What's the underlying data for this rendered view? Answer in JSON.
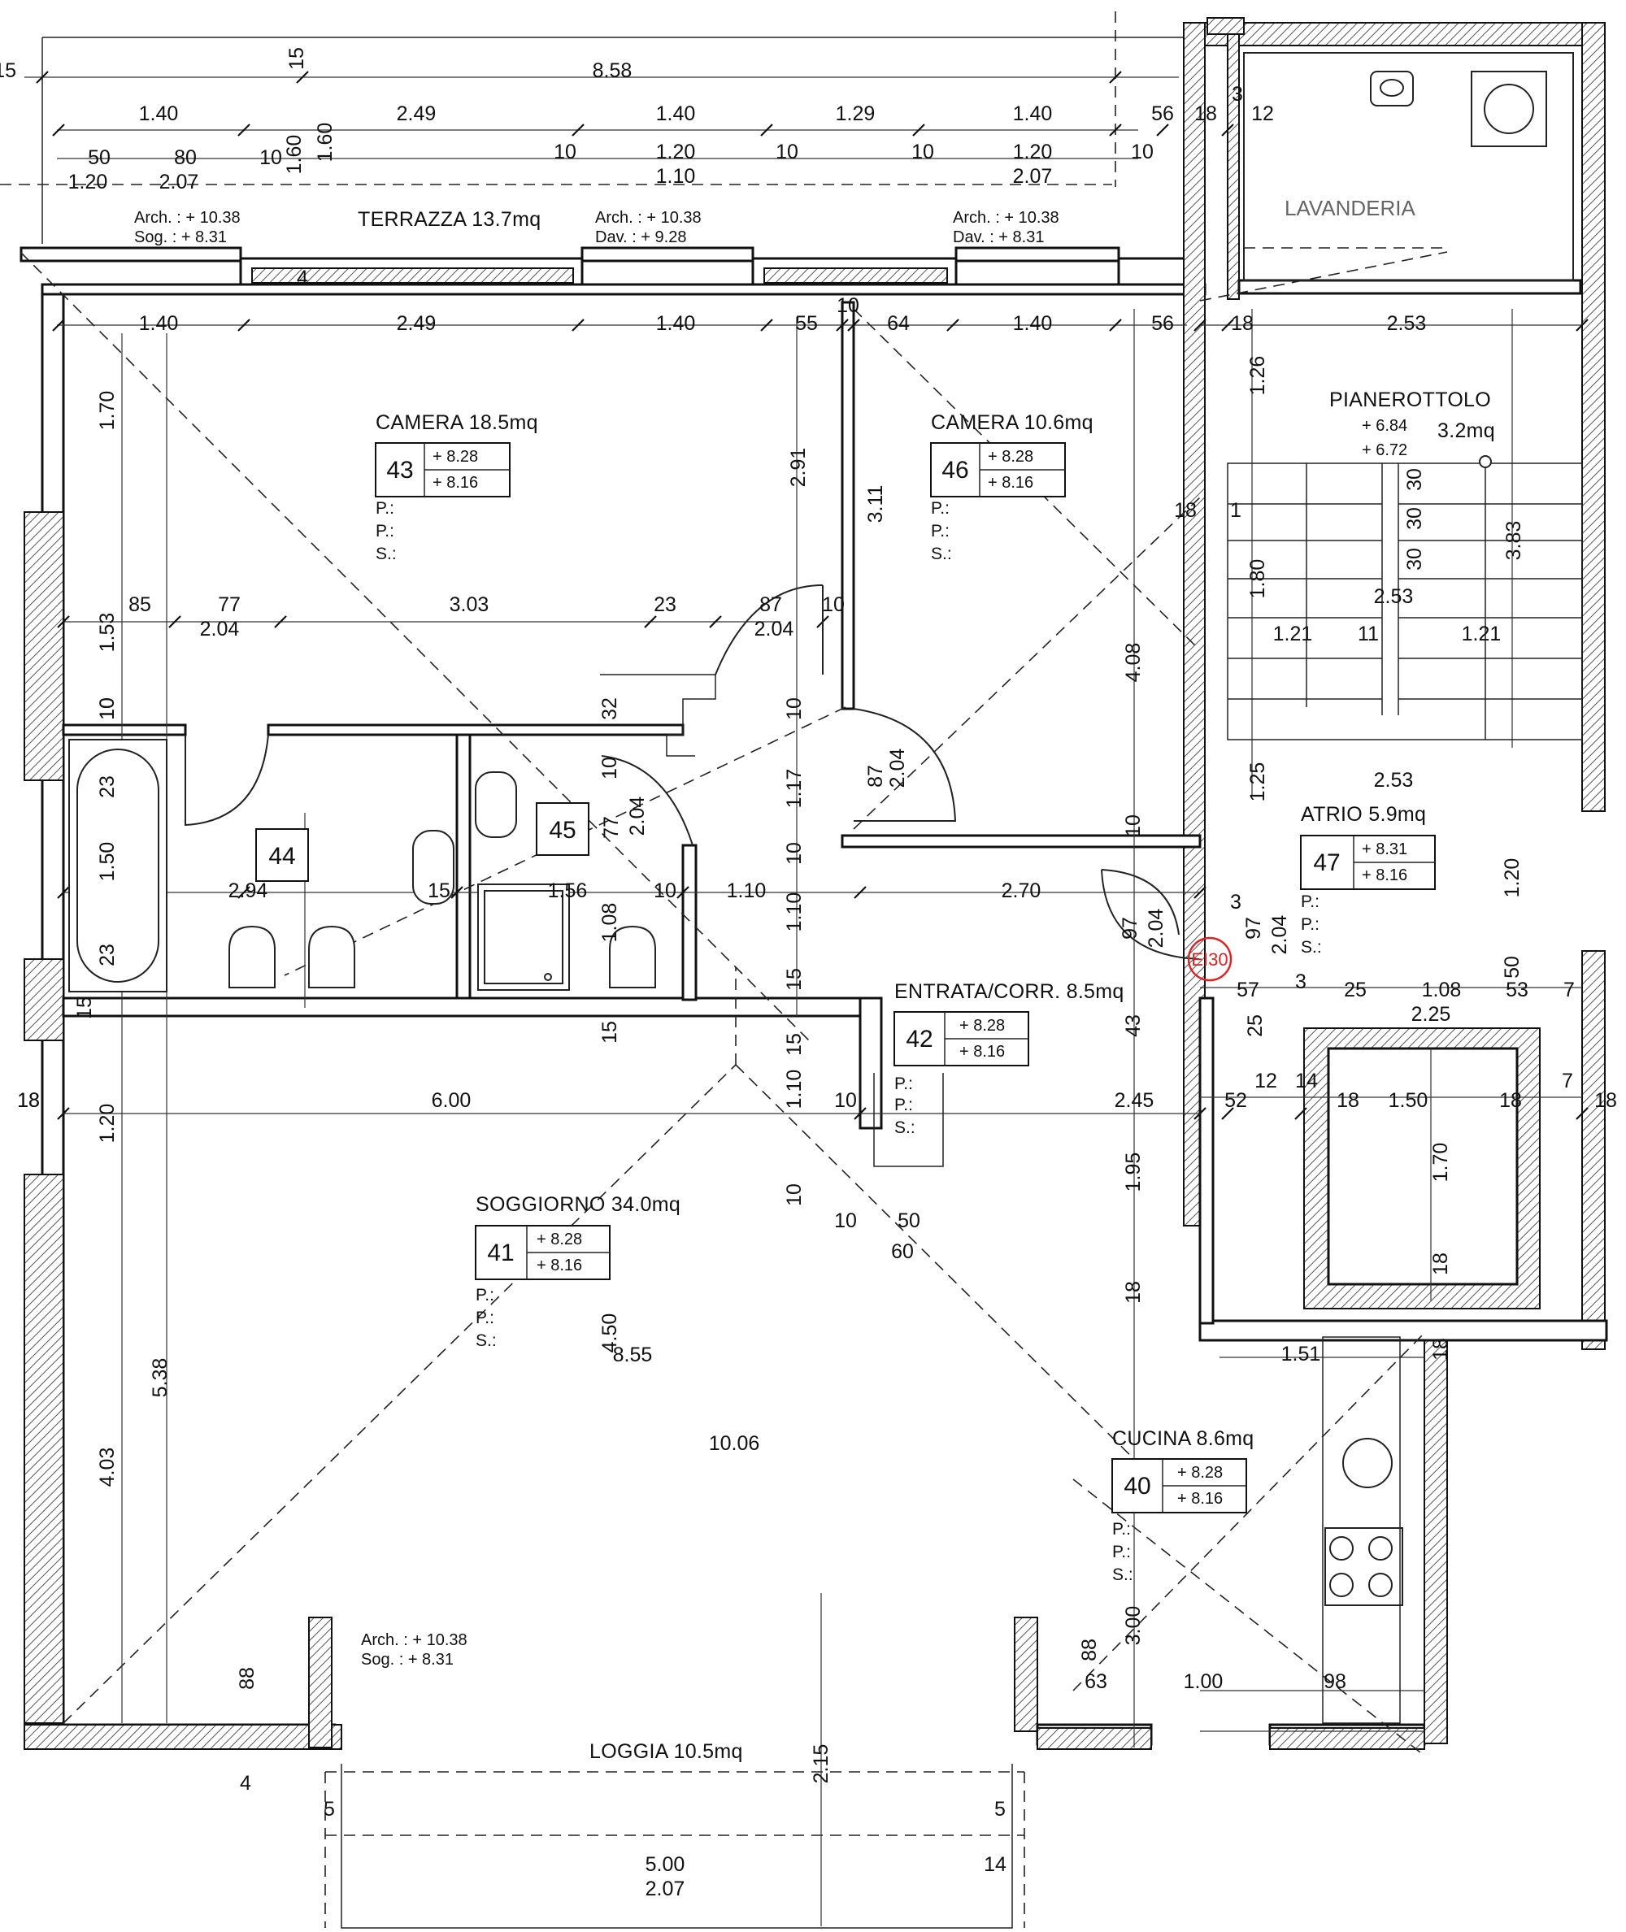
{
  "rooms": {
    "camera_1": {
      "name": "CAMERA 18.5mq",
      "number": "43",
      "level_top": "+ 8.28",
      "level_bottom": "+ 8.16",
      "p1": "P.:",
      "p2": "P.:",
      "s": "S.:"
    },
    "camera_2": {
      "name": "CAMERA 10.6mq",
      "number": "46",
      "level_top": "+ 8.28",
      "level_bottom": "+ 8.16",
      "p1": "P.:",
      "p2": "P.:",
      "s": "S.:"
    },
    "bagno_1": {
      "number": "44"
    },
    "bagno_2": {
      "number": "45"
    },
    "entrata": {
      "name": "ENTRATA/CORR. 8.5mq",
      "number": "42",
      "level_top": "+ 8.28",
      "level_bottom": "+ 8.16",
      "p1": "P.:",
      "p2": "P.:",
      "s": "S.:"
    },
    "atrio": {
      "name": "ATRIO 5.9mq",
      "number": "47",
      "level_top": "+ 8.31",
      "level_bottom": "+ 8.16",
      "p1": "P.:",
      "p2": "P.:",
      "s": "S.:"
    },
    "soggiorno": {
      "name": "SOGGIORNO 34.0mq",
      "number": "41",
      "level_top": "+ 8.28",
      "level_bottom": "+ 8.16",
      "p1": "P.:",
      "p2": "P.:",
      "s": "S.:"
    },
    "cucina": {
      "name": "CUCINA  8.6mq",
      "number": "40",
      "level_top": "+ 8.28",
      "level_bottom": "+ 8.16",
      "p1": "P.:",
      "p2": "P.:",
      "s": "S.:"
    },
    "terrazza": {
      "name": "TERRAZZA 13.7mq"
    },
    "loggia": {
      "name": "LOGGIA  10.5mq"
    },
    "lavanderia": {
      "name": "LAVANDERIA"
    },
    "pianerottolo": {
      "name": "PIANEROTTOLO",
      "area": "3.2mq",
      "level_top": "+ 6.84",
      "level_bottom": "+ 6.72"
    }
  },
  "notes": {
    "terrazza_left": {
      "l1": "Arch.  :  + 10.38",
      "l2": "Sog.   :  + 8.31"
    },
    "terrazza_mid": {
      "l1": "Arch.  :  + 10.38",
      "l2": "Dav.   :  + 9.28"
    },
    "terrazza_right": {
      "l1": "Arch.  :  + 10.38",
      "l2": "Dav.   :  + 8.31"
    },
    "loggia": {
      "l1": "Arch.  :  + 10.38",
      "l2": "Sog.   :  + 8.31"
    }
  },
  "fire_door": "EI30",
  "dimensions": {
    "top": [
      "15",
      "8.58",
      "1.40",
      "2.49",
      "1.40",
      "1.29",
      "1.40",
      "56",
      "18",
      "3",
      "12",
      "50",
      "80",
      "10",
      "1.20",
      "2.07",
      "10",
      "1.20",
      "10",
      "10",
      "1.20",
      "10",
      "1.10",
      "2.07",
      "15",
      "1.60",
      "1.60",
      "4"
    ],
    "row2": [
      "1.40",
      "2.49",
      "1.40",
      "55",
      "10",
      "64",
      "1.40",
      "56",
      "18",
      "2.53"
    ],
    "camera": [
      "1.70",
      "85",
      "77",
      "2.04",
      "3.03",
      "23",
      "87",
      "10",
      "2.04",
      "1.53",
      "2.91",
      "3.11",
      "18",
      "1",
      "4.08",
      "10",
      "32",
      "10"
    ],
    "stair": [
      "1.26",
      "30",
      "30",
      "30",
      "1.80",
      "2.53",
      "1.21",
      "11",
      "1.21",
      "3.83",
      "1.25",
      "2.53"
    ],
    "bath": [
      "10",
      "23",
      "1.50",
      "23",
      "2.94",
      "15",
      "1.56",
      "10",
      "77",
      "2.04",
      "10",
      "1.17",
      "87",
      "2.04",
      "1.10",
      "10",
      "1.10",
      "2.70",
      "10",
      "1.08",
      "15"
    ],
    "entry": [
      "97",
      "2.04",
      "3",
      "97",
      "2.04",
      "57",
      "3",
      "25",
      "1.08",
      "53",
      "7",
      "2.25",
      "25",
      "43",
      "15",
      "1.20",
      "50",
      "15"
    ],
    "living": [
      "15",
      "18",
      "1.20",
      "6.00",
      "1.10",
      "10",
      "2.45",
      "52",
      "12",
      "14",
      "18",
      "1.50",
      "18",
      "7",
      "18",
      "1.70",
      "18",
      "10",
      "10",
      "50",
      "60",
      "1.95",
      "18",
      "1.51",
      "18",
      "5.38",
      "4.50",
      "8.55",
      "10.06",
      "4.03",
      "18"
    ],
    "bottom": [
      "88",
      "88",
      "63",
      "1.00",
      "98",
      "3.00",
      "2.15",
      "4",
      "5",
      "5",
      "5.00",
      "2.07",
      "14"
    ]
  }
}
